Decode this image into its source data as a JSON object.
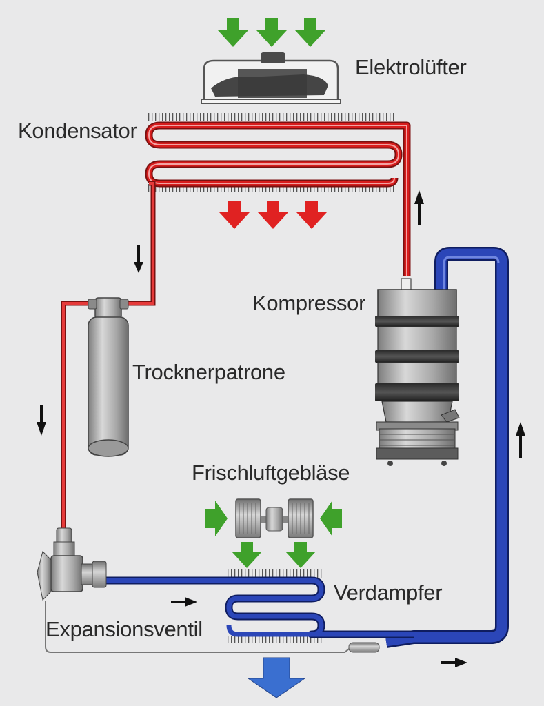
{
  "labels": {
    "fan": "Elektrolüfter",
    "condenser": "Kondensator",
    "compressor": "Kompressor",
    "dryer": "Trocknerpatrone",
    "blower": "Frischluftgebläse",
    "evaporator": "Verdampfer",
    "expansion_valve": "Expansionsventil"
  },
  "colors": {
    "background": "#e9e9ea",
    "high_pressure_line": "#d81c1c",
    "low_pressure_line": "#2b46b8",
    "hot_air_arrow": "#e02222",
    "fresh_air_arrow": "#3fa12b",
    "cold_air_arrow": "#3a6fd0",
    "component_gray": "#9a9a9a"
  },
  "flow_arrows": {
    "count": 6
  }
}
